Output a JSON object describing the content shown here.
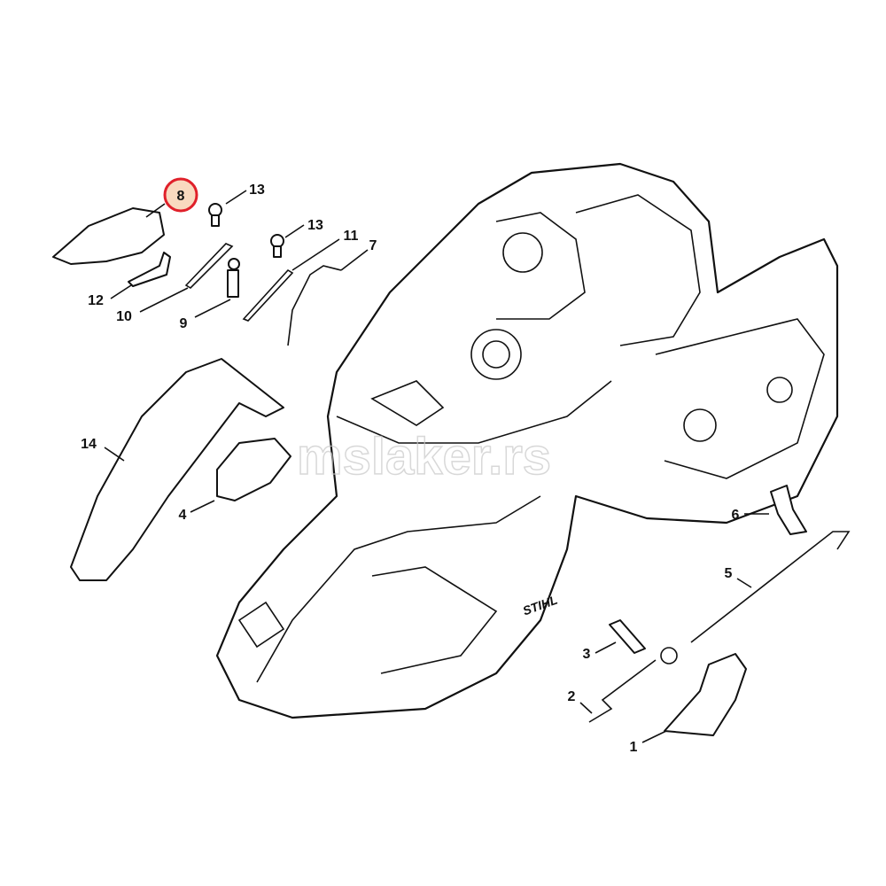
{
  "diagram": {
    "highlighted_part": "8",
    "highlight_fill": "#f9d9bf",
    "highlight_stroke": "#e0202a",
    "watermark": "mslaker.rs",
    "brand_logo": "STIHL",
    "labels": [
      {
        "id": "1",
        "text": "1"
      },
      {
        "id": "2",
        "text": "2"
      },
      {
        "id": "3",
        "text": "3"
      },
      {
        "id": "4",
        "text": "4"
      },
      {
        "id": "5",
        "text": "5"
      },
      {
        "id": "6",
        "text": "6"
      },
      {
        "id": "7",
        "text": "7"
      },
      {
        "id": "8",
        "text": "8"
      },
      {
        "id": "9",
        "text": "9"
      },
      {
        "id": "10",
        "text": "10"
      },
      {
        "id": "11",
        "text": "11"
      },
      {
        "id": "12",
        "text": "12"
      },
      {
        "id": "13a",
        "text": "13"
      },
      {
        "id": "13b",
        "text": "13"
      },
      {
        "id": "14",
        "text": "14"
      }
    ]
  }
}
